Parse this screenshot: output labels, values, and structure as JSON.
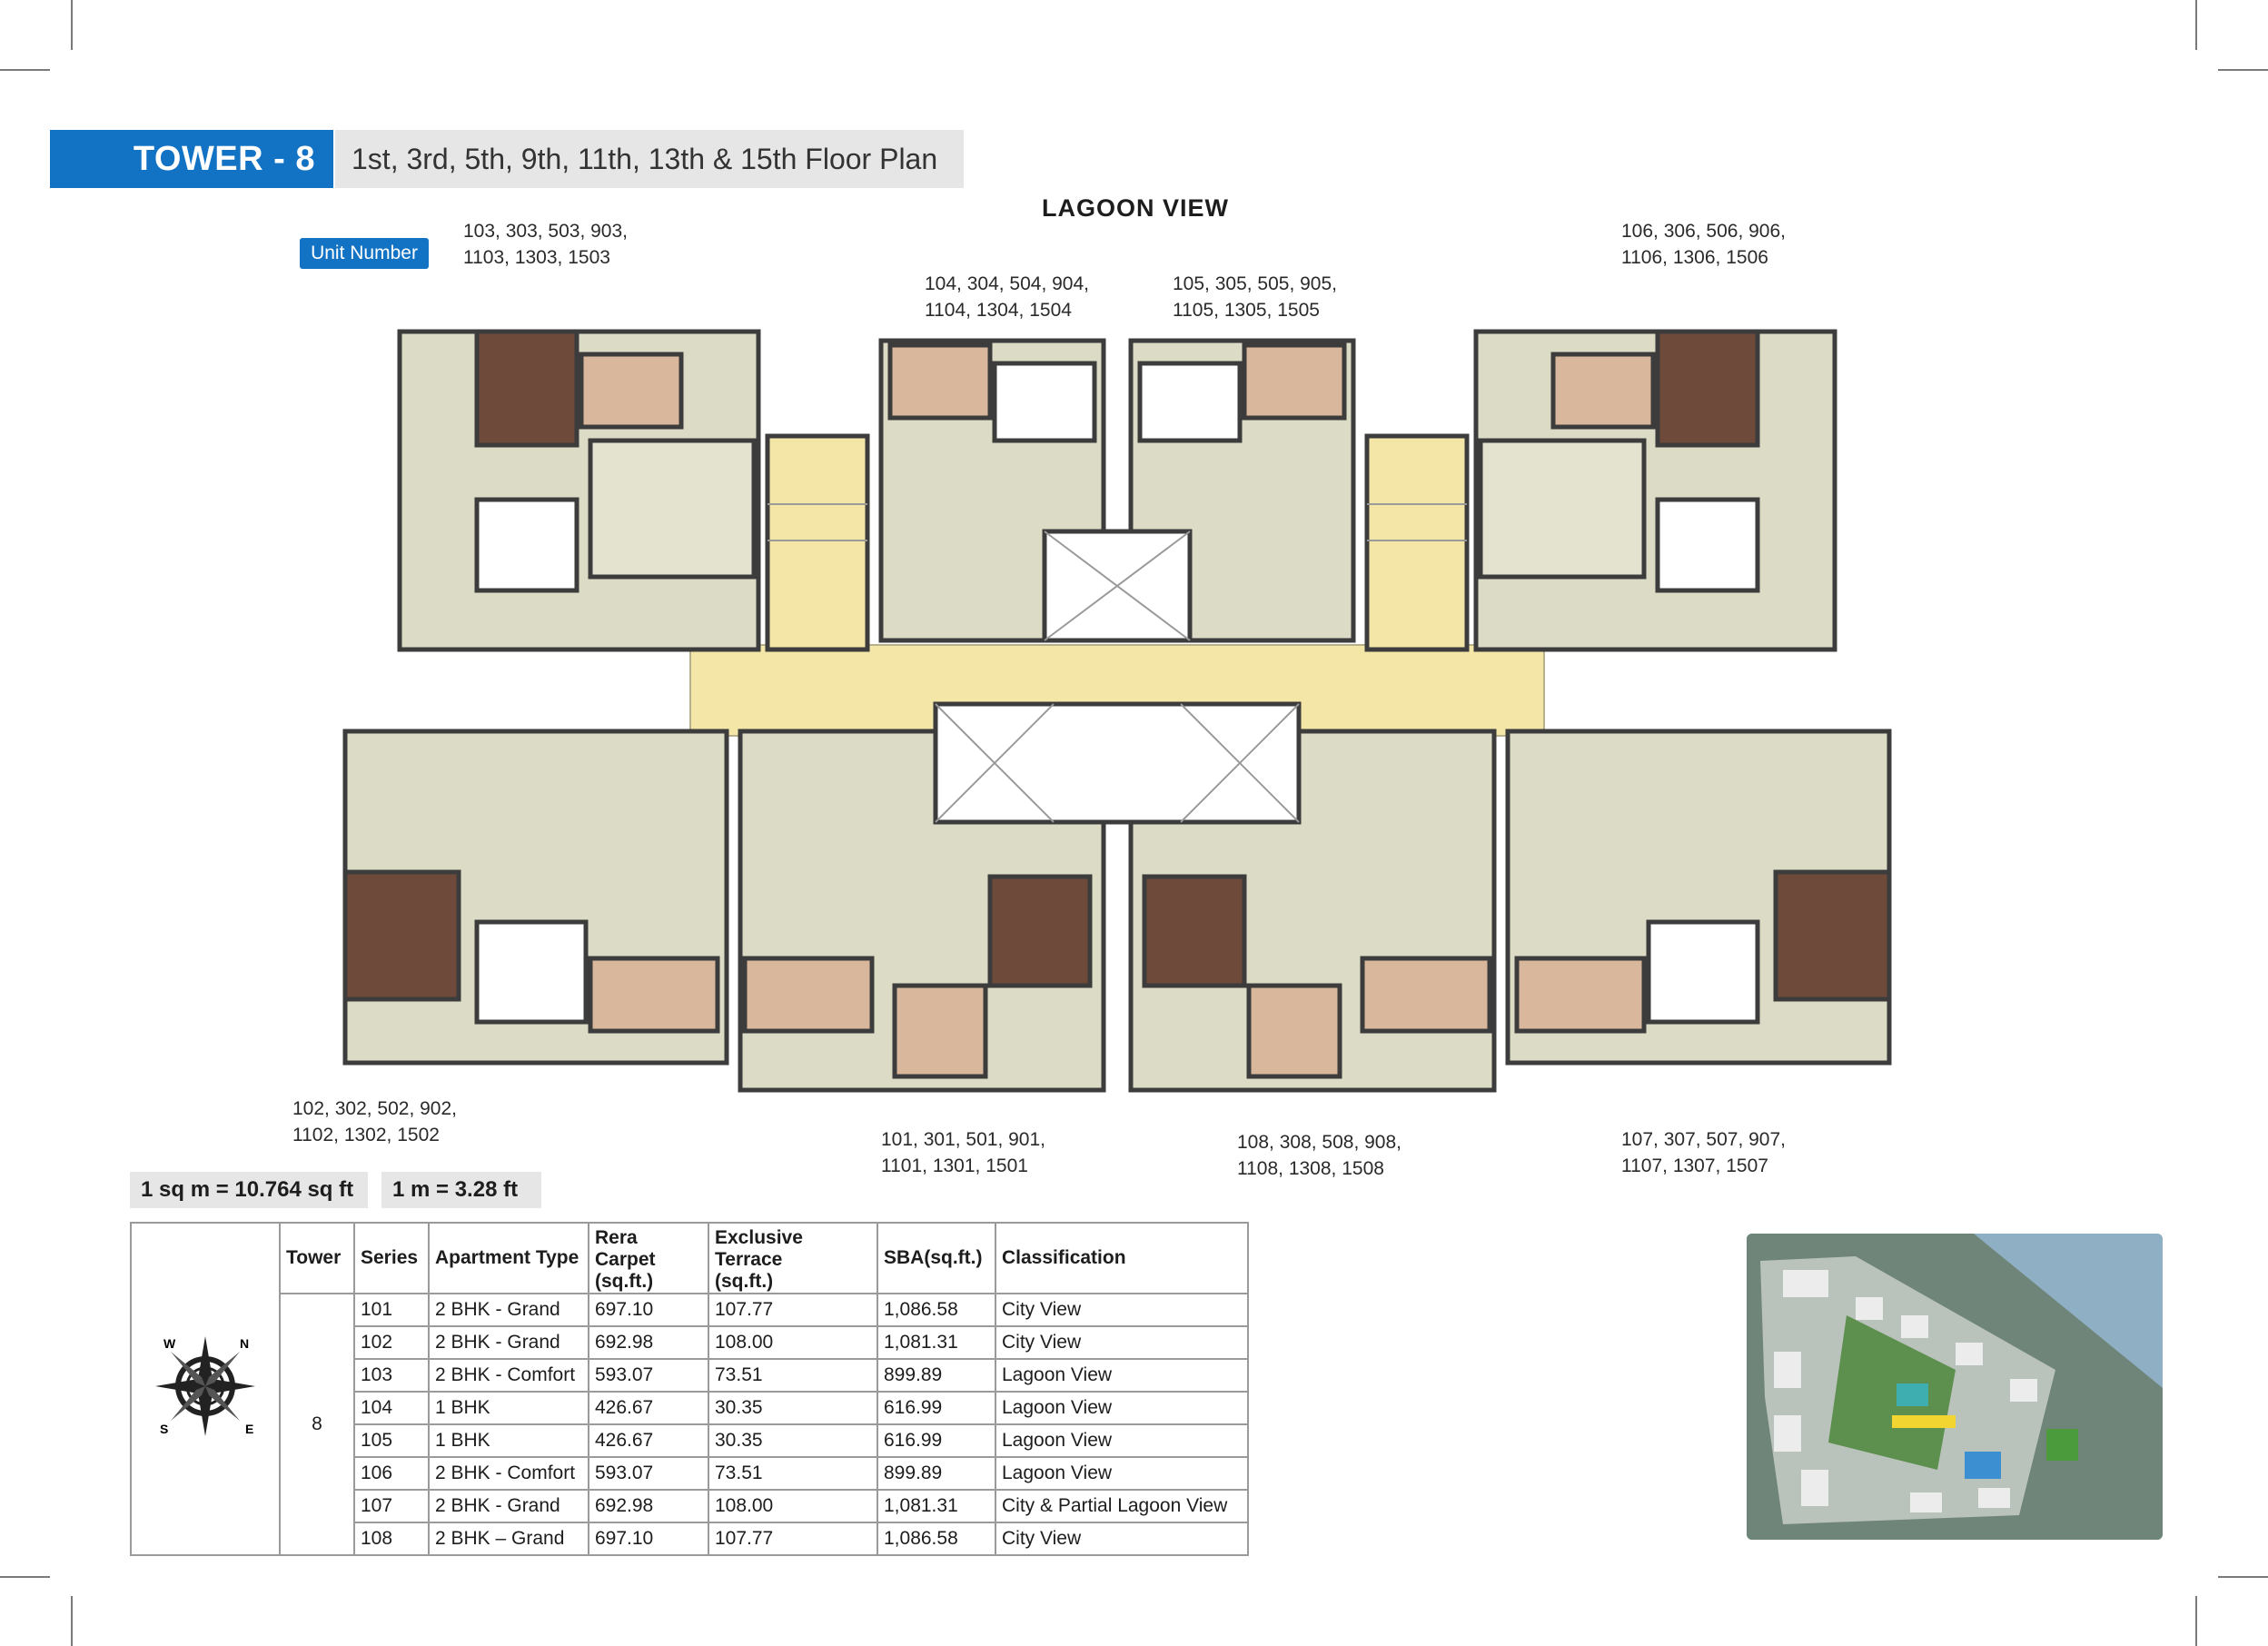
{
  "header": {
    "tower": "TOWER - 8",
    "floors": "1st, 3rd, 5th, 9th, 11th, 13th & 15th Floor Plan"
  },
  "view_title": "LAGOON VIEW",
  "unit_badge": "Unit Number",
  "unit_labels": {
    "u103": [
      "103, 303, 503, 903,",
      "1103, 1303, 1503"
    ],
    "u104": [
      "104, 304, 504, 904,",
      "1104, 1304, 1504"
    ],
    "u105": [
      "105, 305, 505, 905,",
      "1105, 1305, 1505"
    ],
    "u106": [
      "106, 306, 506, 906,",
      "1106, 1306, 1506"
    ],
    "u102": [
      "102, 302, 502, 902,",
      "1102, 1302, 1502"
    ],
    "u101": [
      "101, 301, 501, 901,",
      "1101, 1301, 1501"
    ],
    "u108": [
      "108, 308, 508, 908,",
      "1108, 1308, 1508"
    ],
    "u107": [
      "107, 307, 507, 907,",
      "1107, 1307, 1507"
    ]
  },
  "conversions": {
    "area": "1 sq m = 10.764 sq ft",
    "length": "1 m = 3.28 ft"
  },
  "table": {
    "headers": {
      "tower": "Tower",
      "series": "Series",
      "type": "Apartment Type",
      "rera_1": "Rera Carpet",
      "rera_2": "(sq.ft.)",
      "terrace_1": "Exclusive Terrace",
      "terrace_2": "(sq.ft.)",
      "sba": "SBA(sq.ft.)",
      "classification": "Classification"
    },
    "tower_value": "8",
    "rows": [
      [
        "101",
        "2 BHK - Grand",
        "697.10",
        "107.77",
        "1,086.58",
        "City View"
      ],
      [
        "102",
        "2 BHK - Grand",
        "692.98",
        "108.00",
        "1,081.31",
        "City View"
      ],
      [
        "103",
        "2 BHK - Comfort",
        "593.07",
        "73.51",
        "899.89",
        "Lagoon View"
      ],
      [
        "104",
        "1 BHK",
        "426.67",
        "30.35",
        "616.99",
        "Lagoon View"
      ],
      [
        "105",
        "1 BHK",
        "426.67",
        "30.35",
        "616.99",
        "Lagoon View"
      ],
      [
        "106",
        "2 BHK - Comfort",
        "593.07",
        "73.51",
        "899.89",
        "Lagoon View"
      ],
      [
        "107",
        "2 BHK - Grand",
        "692.98",
        "108.00",
        "1,081.31",
        "City & Partial Lagoon View"
      ],
      [
        "108",
        "2 BHK – Grand",
        "697.10",
        "107.77",
        "1,086.58",
        "City View"
      ]
    ]
  },
  "compass": {
    "n": "N",
    "s": "S",
    "e": "E",
    "w": "W"
  },
  "colors": {
    "brand_blue": "#1273c4",
    "header_grey": "#e6e6e6",
    "lobby_yellow": "#f3e6a6",
    "living_green": "#dcdcc6",
    "bedroom_brown": "#6e4a3a",
    "terrace_tan": "#d9b79d"
  }
}
